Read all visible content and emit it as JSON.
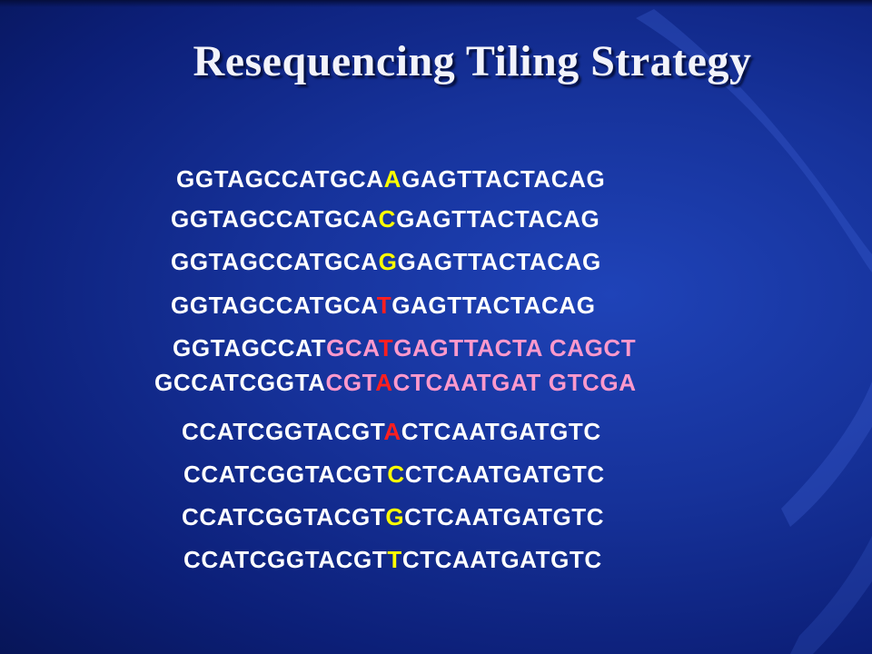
{
  "title": "Resequencing Tiling Strategy",
  "colors": {
    "background": "#16329a",
    "text": "#ffffff",
    "highlight_yellow": "#ffff00",
    "highlight_red": "#ff1f1f",
    "highlight_pink": "#ff99cc"
  },
  "probes_top": [
    {
      "prefix": "GGTAGCCATGCA",
      "base": "A",
      "suffix": "GAGTTACTACAG"
    },
    {
      "prefix": "GGTAGCCATGCA",
      "base": "C",
      "suffix": "GAGTTACTACAG"
    },
    {
      "prefix": "GGTAGCCATGCA",
      "base": "G",
      "suffix": "GAGTTACTACAG"
    },
    {
      "prefix": "GGTAGCCATGCA",
      "base": "T",
      "suffix": "GAGTTACTACAG"
    }
  ],
  "target_pair": {
    "sense": {
      "lead": "GGTAGCCAT",
      "window_left": "GCA",
      "base": "T",
      "window_right": "GAGTTACTA CAGCT"
    },
    "antisense": {
      "lead": "GCCATCGGTA",
      "window_left": "CGT",
      "base": "A",
      "window_right": "CTCAATGAT GTCGA"
    }
  },
  "probes_bottom": [
    {
      "prefix": "CCATCGGTACGT",
      "base": "A",
      "suffix": "CTCAATGATGTC"
    },
    {
      "prefix": "CCATCGGTACGT",
      "base": "C",
      "suffix": "CTCAATGATGTC"
    },
    {
      "prefix": "CCATCGGTACGT",
      "base": "G",
      "suffix": "CTCAATGATGTC"
    },
    {
      "prefix": "CCATCGGTACGT",
      "base": "T",
      "suffix": "CTCAATGATGTC"
    }
  ]
}
